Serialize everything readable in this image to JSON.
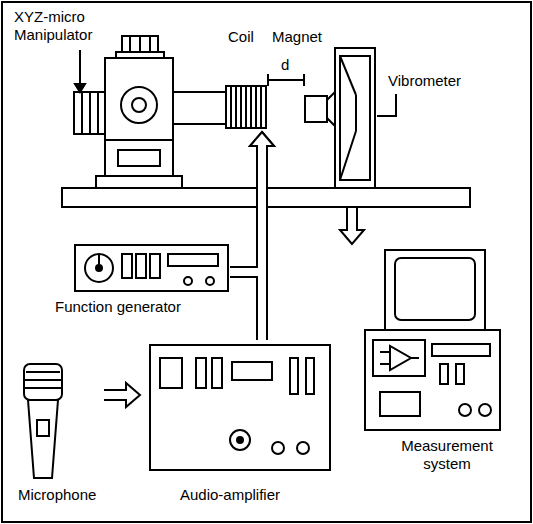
{
  "diagram": {
    "nodes": [
      {
        "text": [
          "Coil"
        ]
      },
      {
        "text": [
          "Vibrometer"
        ]
      },
      {
        "text": [
          "Function generator"
        ]
      },
      {
        "text": [
          "Microphone"
        ]
      },
      {
        "text": [
          "Audio-amplifier"
        ]
      },
      {
        "text": [
          "Measurement system"
        ]
      }
    ],
    "edges": [
      {
        "from": 3,
        "to": 4,
        "arrow": "to"
      },
      {
        "from": 2,
        "to": 0,
        "arrow": "to"
      },
      {
        "from": 4,
        "to": 0,
        "arrow": "to"
      },
      {
        "from": 1,
        "to": 5,
        "arrow": "to"
      }
    ],
    "labels": [
      "XYZ-micro Manipulator",
      "Magnet",
      "d"
    ]
  }
}
